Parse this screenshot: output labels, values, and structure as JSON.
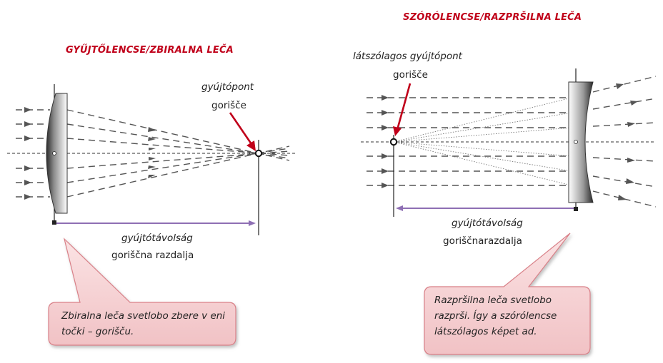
{
  "left": {
    "title_italic": "GYŰJTŐLENCSE",
    "title_rest": "/ZBIRALNA LEČA",
    "focus_hu": "gyújtópont",
    "focus_sl": "gorišče",
    "focal_hu": "gyújtótávolság",
    "focal_sl": "goriščna razdalja",
    "callout": "Zbiralna leča svetlobo zbere v eni točki – gorišču."
  },
  "right": {
    "title_italic": "SZÓRÓLENCSE",
    "title_rest": "/RAZPRŠILNA LEČA",
    "focus_hu": "látszólagos gyújtópont",
    "focus_sl": "gorišče",
    "focal_hu": "gyújtótávolság",
    "focal_sl": "goriščnarazdalja",
    "callout": "Razpršilna  leča svetlobo razprši. Így a szórólencse látszólagos képet ad."
  },
  "colors": {
    "title_red": "#c0001a",
    "arrow_red": "#c0001a",
    "focal_line": "#8e6fb4",
    "callout_fill": "#f6d0d2",
    "callout_border": "#d98088"
  }
}
